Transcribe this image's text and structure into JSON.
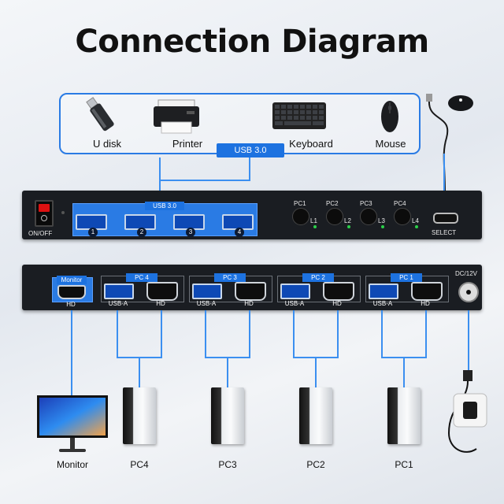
{
  "title": "Connection Diagram",
  "peripherals": {
    "items": [
      {
        "label": "U disk",
        "icon": "usb-drive-icon"
      },
      {
        "label": "Printer",
        "icon": "printer-icon"
      },
      {
        "label": "Keyboard",
        "icon": "keyboard-icon"
      },
      {
        "label": "Mouse",
        "icon": "mouse-icon"
      }
    ],
    "usb_tag": "USB 3.0"
  },
  "front_panel": {
    "usb_zone_label": "USB 3.0",
    "port_numbers": [
      "1",
      "2",
      "3",
      "4"
    ],
    "power_label": "ON/OFF",
    "pc_buttons": [
      {
        "name": "PC1",
        "led": "L1"
      },
      {
        "name": "PC2",
        "led": "L2"
      },
      {
        "name": "PC3",
        "led": "L3"
      },
      {
        "name": "PC4",
        "led": "L4"
      }
    ],
    "select_label": "SELECT"
  },
  "back_panel": {
    "monitor_tag": "Monitor",
    "monitor_port_label": "HD",
    "groups": [
      {
        "tag": "PC 4",
        "usb_label": "USB-A",
        "hd_label": "HD"
      },
      {
        "tag": "PC 3",
        "usb_label": "USB-A",
        "hd_label": "HD"
      },
      {
        "tag": "PC 2",
        "usb_label": "USB-A",
        "hd_label": "HD"
      },
      {
        "tag": "PC 1",
        "usb_label": "USB-A",
        "hd_label": "HD"
      }
    ],
    "dc_label": "DC/12V"
  },
  "devices": {
    "monitor": "Monitor",
    "pcs": [
      "PC4",
      "PC3",
      "PC2",
      "PC1"
    ]
  },
  "colors": {
    "accent": "#1d72e0",
    "panel": "#1a1d22",
    "led": "#2bd04a"
  }
}
